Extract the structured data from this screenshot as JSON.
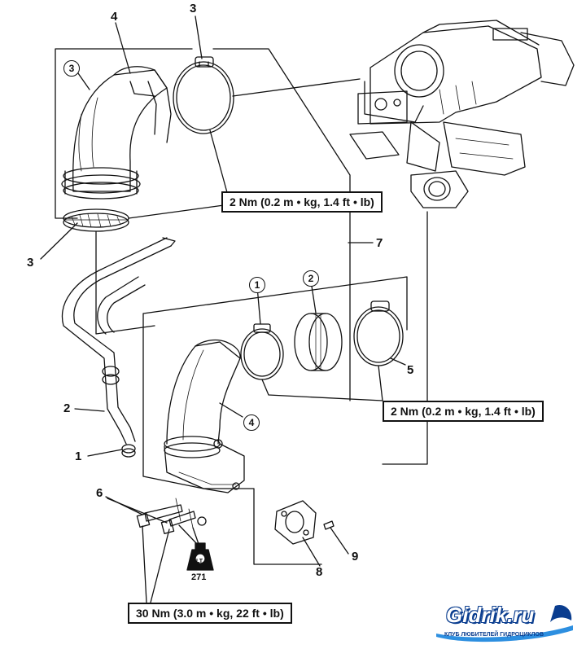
{
  "callouts": {
    "c1": "1",
    "c2": "2",
    "c3_top": "3",
    "c3_left": "3",
    "c4": "4",
    "c5": "5",
    "c6": "6",
    "c7": "7",
    "c8": "8",
    "c9": "9"
  },
  "circled": {
    "top_3": "3",
    "mid_1": "1",
    "mid_2": "2",
    "mid_4": "4"
  },
  "torque": {
    "upper": "2 Nm (0.2 m • kg, 1.4 ft • lb)",
    "middle": "2 Nm (0.2 m • kg, 1.4 ft • lb)",
    "lower": "30 Nm (3.0 m • kg, 22 ft • lb)"
  },
  "loctite": {
    "symbol": "LT",
    "number": "271"
  },
  "watermark": {
    "brand": "Gidrik.ru",
    "tagline": "КЛУБ ЛЮБИТЕЛЕЙ ГИДРОЦИКЛОВ"
  },
  "colors": {
    "ink": "#111111",
    "brand_blue": "#0a3d8f",
    "brand_light": "#2d8fe0"
  }
}
